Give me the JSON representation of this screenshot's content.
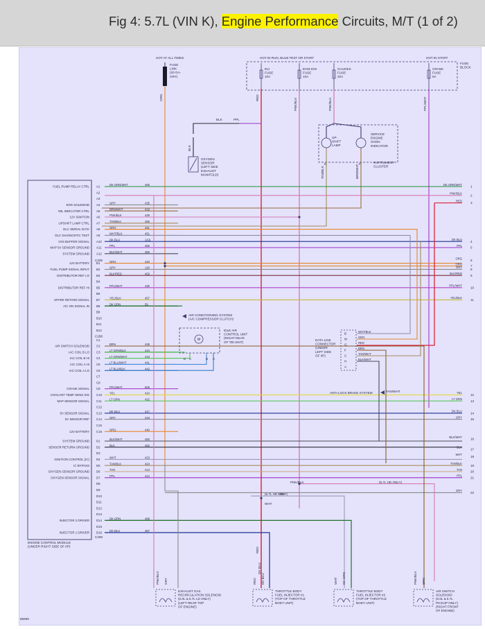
{
  "header": {
    "title_prefix": "Fig 4: 5.7L (VIN K), ",
    "title_highlight": "Engine Performance",
    "title_suffix": " Circuits, M/T (1 of 2)"
  },
  "colors": {
    "header_bg": "#d6d6d6",
    "highlight": "#fff200",
    "diagram_bg": "#e4e3fb",
    "wire_default": "#3c3c6e"
  },
  "power": {
    "hot_at_all_times": "HOT AT ALL TIMES",
    "hot_run_bulb": "HOT IN RUN, BULB TEST OR START",
    "hot_in_start": "HOT IN START",
    "fuse_block": [
      "FUSE",
      "BLOCK"
    ],
    "fuse_link": [
      "FUSE",
      "LINK",
      "(20 GA-",
      "GRY)"
    ],
    "fuses": [
      {
        "lines": [
          "INJ",
          "FUSE",
          "10A"
        ]
      },
      {
        "lines": [
          "ECM-IGN",
          "FUSE",
          "10A"
        ]
      },
      {
        "lines": [
          "GAUGES",
          "FUSE",
          "20A"
        ]
      },
      {
        "lines": [
          "CRANK",
          "FUSE",
          "5A"
        ]
      }
    ]
  },
  "oxygen_sensor": [
    "OXYGEN",
    "SENSOR",
    "(LEFT SIDE",
    "EXHAUST",
    "MANIFOLD)"
  ],
  "instrument_cluster": {
    "lamp1": [
      "UP-",
      "SHIFT",
      "LAMP"
    ],
    "lamp2": [
      "SERVICE",
      "ENGINE",
      "SOON",
      "INDICATOR"
    ],
    "label": [
      "INSTRUMENT",
      "CLUSTER"
    ],
    "pins": [
      "K",
      "F"
    ]
  },
  "ecm": {
    "label": [
      "ENGINE CONTROL MODULE",
      "(UNDER RIGHT SIDE OF I/P)"
    ],
    "pins": [
      {
        "pin": "A1",
        "fn": "FUEL PUMP RELAY CTRL",
        "wire": "DK GRN/WHT",
        "circ": "465",
        "color": "#1f8f3a"
      },
      {
        "pin": "A2",
        "fn": "",
        "wire": "",
        "circ": "",
        "color": ""
      },
      {
        "pin": "A3",
        "fn": "",
        "wire": "",
        "circ": "",
        "color": ""
      },
      {
        "pin": "A4",
        "fn": "EGR SOLENOID",
        "wire": "GRY",
        "circ": "435",
        "color": "#8a8a8a"
      },
      {
        "pin": "A5",
        "fn": "MIL INDICATOR CTRL",
        "wire": "BRN/WHT",
        "circ": "419",
        "color": "#9a6a3a"
      },
      {
        "pin": "A6",
        "fn": "12V IGNITION",
        "wire": "PNK/BLK",
        "circ": "439",
        "color": "#d877b5"
      },
      {
        "pin": "A7",
        "fn": "UPSHIFT LAMP CTRL",
        "wire": "TAN/BLK",
        "circ": "456",
        "color": "#a88a5a"
      },
      {
        "pin": "A8",
        "fn": "DLC SERIAL DATA",
        "wire": "ORG",
        "circ": "461",
        "color": "#e8852a"
      },
      {
        "pin": "A9",
        "fn": "DLC DIAGNOSTIC TEST",
        "wire": "WHT/BLK",
        "circ": "451",
        "color": "#8e8ea8"
      },
      {
        "pin": "A10",
        "fn": "VSS BUFFER SIGNAL",
        "wire": "DK BLU",
        "circ": "1/16",
        "color": "#1f2f8f"
      },
      {
        "pin": "A11",
        "fn": "MAP 5V SENSOR GROUND",
        "wire": "PPL",
        "circ": "455",
        "color": "#9b2fc8"
      },
      {
        "pin": "A12",
        "fn": "SYSTEM GROUND",
        "wire": "BLK/WHT",
        "circ": "450",
        "color": "#4a4a5a"
      },
      {
        "pin": "B1",
        "fn": "12V BATTERY",
        "wire": "ORG",
        "circ": "440",
        "color": "#e8852a"
      },
      {
        "pin": "B2",
        "fn": "FUEL PUMP SIGNAL INPUT",
        "wire": "GRY",
        "circ": "120",
        "color": "#8a8a8a"
      },
      {
        "pin": "B3",
        "fn": "DISTRIBUTOR REF LO",
        "wire": "BLK/RED",
        "circ": "453",
        "color": "#7a2a3a"
      },
      {
        "pin": "B4",
        "fn": "",
        "wire": "",
        "circ": "",
        "color": ""
      },
      {
        "pin": "B5",
        "fn": "DISTRIBUTOR REF HI",
        "wire": "PPL/WHT",
        "circ": "430",
        "color": "#b040c8"
      },
      {
        "pin": "B6",
        "fn": "",
        "wire": "",
        "circ": "",
        "color": ""
      },
      {
        "pin": "B7",
        "fn": "SPARK RETARD SIGNAL",
        "wire": "YEL/BLK",
        "circ": "457",
        "color": "#c8b83a"
      },
      {
        "pin": "B8",
        "fn": "A/C ON SIGNAL IN",
        "wire": "DK GRN",
        "circ": "59",
        "color": "#1f6f2a"
      },
      {
        "pin": "B9",
        "fn": "",
        "wire": "",
        "circ": "",
        "color": ""
      },
      {
        "pin": "B10",
        "fn": "",
        "wire": "",
        "circ": "",
        "color": ""
      },
      {
        "pin": "B11",
        "fn": "",
        "wire": "",
        "circ": "",
        "color": ""
      },
      {
        "pin": "B12",
        "fn": "",
        "wire": "",
        "circ": "",
        "color": ""
      },
      {
        "pin": "C1",
        "fn": "",
        "wire": "",
        "circ": "",
        "color": ""
      },
      {
        "pin": "C2",
        "fn": "AIR SWITCH SOLENOID",
        "wire": "BRN",
        "circ": "436",
        "color": "#8a5a2a"
      },
      {
        "pin": "C3",
        "fn": "IAC COIL B LO",
        "wire": "LT GRN/BLK",
        "circ": "444",
        "color": "#4ab84a"
      },
      {
        "pin": "C4",
        "fn": "IAC COIL B HI",
        "wire": "LT GRN/WHT",
        "circ": "443",
        "color": "#5ac85a"
      },
      {
        "pin": "C5",
        "fn": "IAC COIL A HI",
        "wire": "LT BLU/WHT",
        "circ": "441",
        "color": "#4a8ad8"
      },
      {
        "pin": "C6",
        "fn": "IAC COIL A LO",
        "wire": "LT BLU/BLK",
        "circ": "442",
        "color": "#3a7ac8"
      },
      {
        "pin": "C7",
        "fn": "",
        "wire": "",
        "circ": "",
        "color": ""
      },
      {
        "pin": "C8",
        "fn": "",
        "wire": "",
        "circ": "",
        "color": ""
      },
      {
        "pin": "C9",
        "fn": "CRANK SIGNAL",
        "wire": "PPL/WHT",
        "circ": "806",
        "color": "#b040c8"
      },
      {
        "pin": "C10",
        "fn": "COOLANT TEMP SENS SIG",
        "wire": "YEL",
        "circ": "410",
        "color": "#e8d83a"
      },
      {
        "pin": "C11",
        "fn": "MAP SENSOR SIGNAL",
        "wire": "LT GRN",
        "circ": "432",
        "color": "#5ac85a"
      },
      {
        "pin": "C12",
        "fn": "",
        "wire": "",
        "circ": "",
        "color": ""
      },
      {
        "pin": "C13",
        "fn": "5V SENSOR SIGNAL",
        "wire": "DK BLU",
        "circ": "417",
        "color": "#1f2f8f"
      },
      {
        "pin": "C14",
        "fn": "5V SENSOR REF",
        "wire": "GRY",
        "circ": "416",
        "color": "#8a8a8a"
      },
      {
        "pin": "C15",
        "fn": "",
        "wire": "",
        "circ": "",
        "color": ""
      },
      {
        "pin": "C16",
        "fn": "12V BATTERY",
        "wire": "ORG",
        "circ": "440",
        "color": "#e8852a"
      },
      {
        "pin": "D1",
        "fn": "SYSTEM GROUND",
        "wire": "BLK/WHT",
        "circ": "450",
        "color": "#4a4a5a"
      },
      {
        "pin": "D2",
        "fn": "SENSOR RETURN GROUND",
        "wire": "BLK",
        "circ": "452",
        "color": "#2a2a3a"
      },
      {
        "pin": "D3",
        "fn": "",
        "wire": "",
        "circ": "",
        "color": ""
      },
      {
        "pin": "D4",
        "fn": "IGNITION CONTROL (IC)",
        "wire": "WHT",
        "circ": "423",
        "color": "#9a9ab8"
      },
      {
        "pin": "D5",
        "fn": "IC BYPASS",
        "wire": "TAN/BLK",
        "circ": "424",
        "color": "#a88a5a"
      },
      {
        "pin": "D6",
        "fn": "OXYGEN SENSOR GROUND",
        "wire": "TAN",
        "circ": "413",
        "color": "#c8a878"
      },
      {
        "pin": "D7",
        "fn": "OXYGEN SENSOR SIGNAL",
        "wire": "PPL",
        "circ": "412",
        "color": "#9b2fc8"
      },
      {
        "pin": "D8",
        "fn": "",
        "wire": "",
        "circ": "",
        "color": ""
      },
      {
        "pin": "D9",
        "fn": "",
        "wire": "",
        "circ": "",
        "color": ""
      },
      {
        "pin": "D10",
        "fn": "",
        "wire": "",
        "circ": "",
        "color": ""
      },
      {
        "pin": "D11",
        "fn": "",
        "wire": "",
        "circ": "",
        "color": ""
      },
      {
        "pin": "D12",
        "fn": "",
        "wire": "",
        "circ": "",
        "color": ""
      },
      {
        "pin": "D13",
        "fn": "",
        "wire": "",
        "circ": "",
        "color": ""
      },
      {
        "pin": "D14",
        "fn": "INJECTOR 2 DRIVER",
        "wire": "DK GRN",
        "circ": "468",
        "color": "#1f6f2a"
      },
      {
        "pin": "D15",
        "fn": "",
        "wire": "",
        "circ": "",
        "color": ""
      },
      {
        "pin": "D16",
        "fn": "INJECTOR 1 DRIVER",
        "wire": "DK BLU",
        "circ": "467",
        "color": "#1f2f8f"
      }
    ],
    "connector_tags": [
      "C208",
      "C208",
      "C208"
    ]
  },
  "right_edge": [
    {
      "n": "1",
      "wire": "DK GRN/WHT",
      "color": "#1f8f3a"
    },
    {
      "n": "2",
      "wire": "PNK/BLK",
      "color": "#d877b5"
    },
    {
      "n": "3",
      "wire": "RED",
      "color": "#e0203a"
    },
    {
      "n": "4",
      "wire": "DK BLU",
      "color": "#1f2f8f"
    },
    {
      "n": "5",
      "wire": "PPL",
      "color": "#9b2fc8"
    },
    {
      "n": "6",
      "wire": "ORG",
      "color": "#e8852a"
    },
    {
      "n": "7",
      "wire": "ORG",
      "color": "#e8852a"
    },
    {
      "n": "8",
      "wire": "GRY",
      "color": "#8a8a8a"
    },
    {
      "n": "9",
      "wire": "BLK/RED",
      "color": "#7a2a3a"
    },
    {
      "n": "10",
      "wire": "PPL/WHT",
      "color": "#b040c8"
    },
    {
      "n": "11",
      "wire": "YEL/BLK",
      "color": "#c8b83a"
    },
    {
      "n": "12",
      "wire": "YEL",
      "color": "#e8d83a"
    },
    {
      "n": "13",
      "wire": "LT GRN",
      "color": "#5ac85a"
    },
    {
      "n": "14",
      "wire": "DK BLU",
      "color": "#1f2f8f"
    },
    {
      "n": "15",
      "wire": "GRY",
      "color": "#8a8a8a"
    },
    {
      "n": "16",
      "wire": "BLK/WHT",
      "color": "#4a4a5a"
    },
    {
      "n": "17",
      "wire": "BLK",
      "color": "#2a2a3a"
    },
    {
      "n": "18",
      "wire": "WHT",
      "color": "#9a9ab8"
    },
    {
      "n": "19",
      "wire": "TAN/BLK",
      "color": "#a88a5a"
    },
    {
      "n": "20",
      "wire": "TAN",
      "color": "#c8a878"
    },
    {
      "n": "21",
      "wire": "PPL",
      "color": "#9b2fc8"
    },
    {
      "n": "22",
      "wire": "GRY",
      "color": "#8a8a8a"
    }
  ],
  "ac_system": {
    "label": [
      "AIR CONDITIONING SYSTEM",
      "(A/C COMPRESSOR CLUTCH)"
    ],
    "iac_label": [
      "IDLE AIR",
      "CONTROL UNIT",
      "(RIGHT REAR",
      "OF TBI UNIT)"
    ],
    "iac_pins": [
      "D",
      "C",
      "B",
      "A"
    ]
  },
  "dlc": {
    "label": [
      "DATA LINK",
      "CONNECTOR",
      "(UNDER",
      "LEFT SIDE",
      "OF I/P)"
    ],
    "pins": [
      {
        "pin": "B",
        "wire": "WHT/BLK"
      },
      {
        "pin": "M",
        "wire": "ORG"
      },
      {
        "pin": "G",
        "wire": "RED"
      },
      {
        "pin": "F",
        "wire": "BRN"
      },
      {
        "pin": "C",
        "wire": "TAN/WHT"
      },
      {
        "pin": "H",
        "wire": "BLK/WHT"
      },
      {
        "pin": "A",
        "wire": ""
      }
    ],
    "abs_label": "ANTI-LOCK BRAKE SYSTEM",
    "abs_wire": "TAN/WHT"
  },
  "wire_labels": {
    "blk": "BLK",
    "ppl": "PPL",
    "org": "ORG",
    "red": "RED",
    "pnk_blk": "PNK/BLK",
    "ppl_wht": "PPL/WHT",
    "tan_blk": "TAN/BLK",
    "brn_wht": "BRN/WHT",
    "wht": "WHT",
    "gry": "GRY",
    "dk_blu": "DK BLU",
    "dk_grn": "DK GRN",
    "brn": "BRN",
    "lo_only_1": "(5.7L HD ONLY)",
    "lo_only_2": "(5.7L HD ONLY)",
    "red_bottom": "RED",
    "wht_bottom": "WHT"
  },
  "bottom_components": [
    {
      "lines": [
        "EXHAUST GAS",
        "RECIRCULATION SOLENOID",
        "(5.0L & 5.7L LD ONLY)",
        "(LEFT REAR TOP",
        "OF ENGINE)"
      ],
      "wires": [
        "PNK/BLK",
        "GRY"
      ]
    },
    {
      "lines": [
        "THROTTLE BODY",
        "FUEL INJECTOR #1",
        "(TOP OF THROTTLE",
        "BODY UNIT)"
      ],
      "wires": [
        "RED",
        "DK BLU"
      ]
    },
    {
      "lines": [
        "THROTTLE BODY",
        "FUEL INJECTOR #2",
        "(TOP OF THROTTLE",
        "BODY UNIT)"
      ],
      "wires": [
        "WHT",
        "DK GRN"
      ]
    },
    {
      "lines": [
        "AIR SWITCH",
        "SOLENOID",
        "(5.0L & 5.7L",
        "PICKUP ONLY)",
        "(RIGHT FRONT",
        "OF ENGINE)"
      ],
      "wires": [
        "PNK/BLK",
        "BRN"
      ]
    }
  ],
  "figure_id": "85699"
}
